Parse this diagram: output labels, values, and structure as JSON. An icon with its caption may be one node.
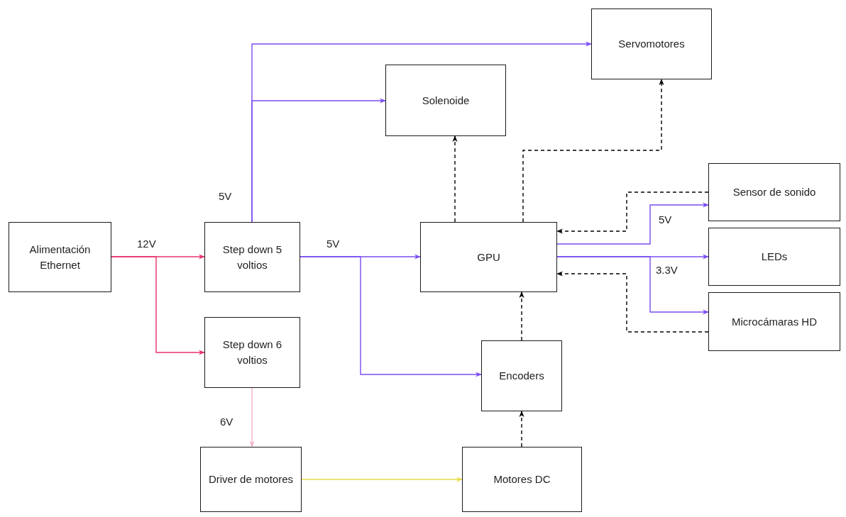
{
  "diagram": {
    "nodes": [
      {
        "text": [
          "Alimentación Ethernet"
        ]
      },
      {
        "text": [
          "Step down 5 voltios"
        ]
      },
      {
        "text": [
          "Step down 6 voltios"
        ]
      },
      {
        "text": [
          "Servomotores"
        ]
      },
      {
        "text": [
          "Solenoide"
        ]
      },
      {
        "text": [
          "GPU"
        ]
      },
      {
        "text": [
          "Sensor de sonido"
        ]
      },
      {
        "text": [
          "LEDs"
        ]
      },
      {
        "text": [
          "Microcámaras HD"
        ]
      },
      {
        "text": [
          "Encoders"
        ]
      },
      {
        "text": [
          "Driver de motores"
        ]
      },
      {
        "text": [
          "Motores DC"
        ]
      }
    ],
    "edges": [
      {
        "from": 0,
        "to": 1,
        "arrow": "to",
        "label": "12V",
        "color": "#e8336b"
      },
      {
        "from": 0,
        "to": 2,
        "arrow": "to",
        "color": "#e8336b"
      },
      {
        "from": 1,
        "to": 3,
        "arrow": "to",
        "label": "5V"
      },
      {
        "from": 1,
        "to": 4,
        "arrow": "to"
      },
      {
        "from": 1,
        "to": 5,
        "arrow": "to",
        "label": "5V"
      },
      {
        "from": 1,
        "to": 9,
        "arrow": "to"
      },
      {
        "from": 5,
        "to": 4,
        "arrow": "to",
        "style": "dashed",
        "color": "#000000"
      },
      {
        "from": 5,
        "to": 3,
        "arrow": "to",
        "style": "dashed",
        "color": "#000000"
      },
      {
        "from": 6,
        "to": 5,
        "arrow": "to",
        "style": "dashed",
        "color": "#000000"
      },
      {
        "from": 5,
        "to": 6,
        "arrow": "to",
        "label": "5V"
      },
      {
        "from": 5,
        "to": 7,
        "arrow": "to"
      },
      {
        "from": 5,
        "to": 8,
        "arrow": "to",
        "label": "3.3V"
      },
      {
        "from": 8,
        "to": 5,
        "arrow": "to",
        "style": "dashed",
        "color": "#000000"
      },
      {
        "from": 9,
        "to": 5,
        "arrow": "to",
        "style": "dashed",
        "color": "#000000"
      },
      {
        "from": 11,
        "to": 9,
        "arrow": "to",
        "style": "dashed",
        "color": "#000000"
      },
      {
        "from": 2,
        "to": 10,
        "arrow": "to",
        "label": "6V",
        "color": "#f2b3c6"
      },
      {
        "from": 10,
        "to": 11,
        "arrow": "to",
        "color": "#e6dc45"
      }
    ]
  }
}
